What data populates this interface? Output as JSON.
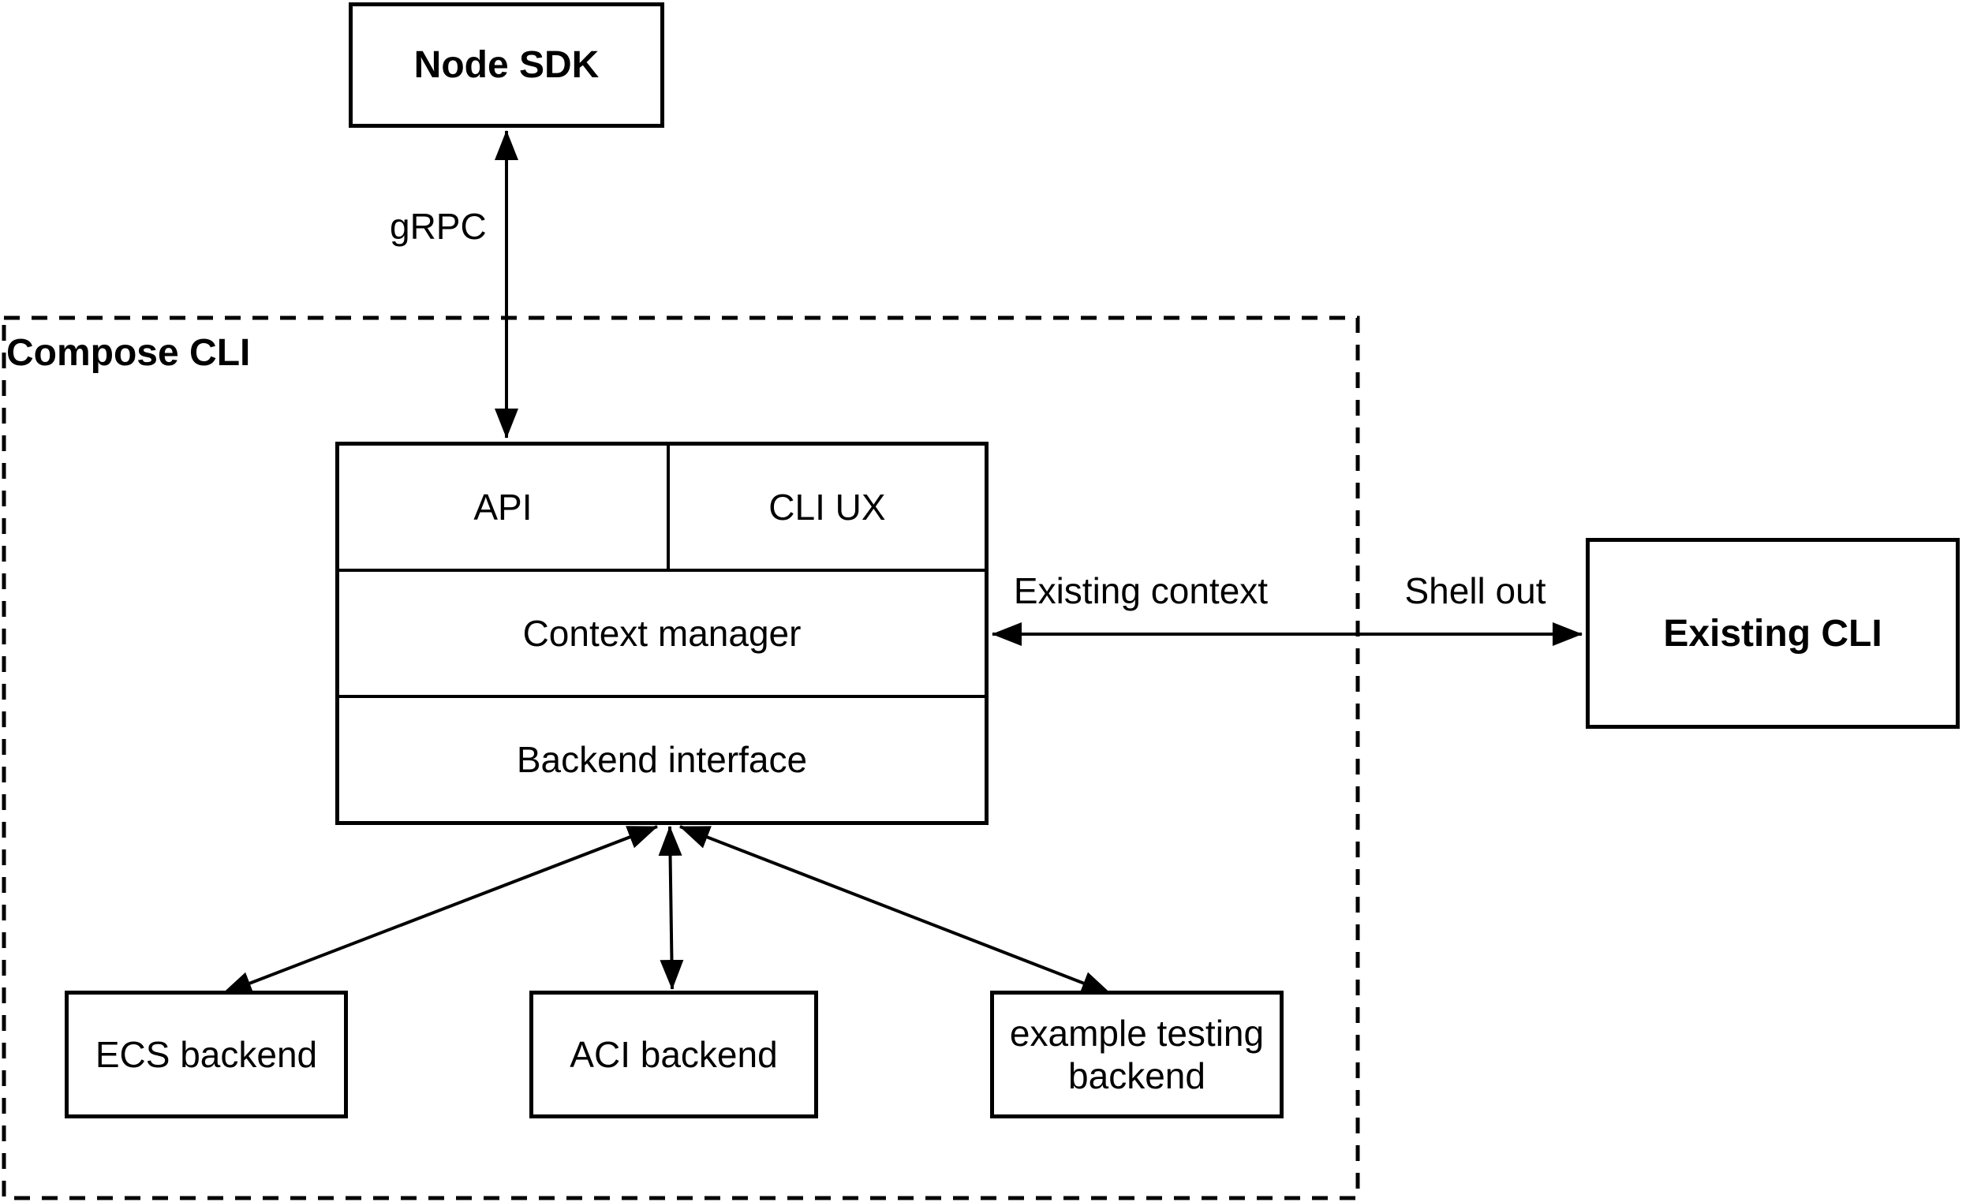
{
  "colors": {
    "line": "#000000",
    "background": "#ffffff",
    "text": "#000000"
  },
  "container": {
    "compose_cli": {
      "label": "Compose CLI",
      "border_style": "dashed"
    }
  },
  "nodes": {
    "node_sdk": {
      "label": "Node SDK"
    },
    "api": {
      "label": "API"
    },
    "cli_ux": {
      "label": "CLI UX"
    },
    "context_manager": {
      "label": "Context manager"
    },
    "backend_interface": {
      "label": "Backend interface"
    },
    "ecs_backend": {
      "label": "ECS backend"
    },
    "aci_backend": {
      "label": "ACI backend"
    },
    "example_backend": {
      "label_line1": "example testing",
      "label_line2": "backend"
    },
    "existing_cli": {
      "label": "Existing CLI"
    }
  },
  "edges": {
    "grpc": {
      "label": "gRPC",
      "from": "node_sdk",
      "to": "api",
      "direction": "both"
    },
    "context_arrow": {
      "label_left": "Existing context",
      "label_right": "Shell out",
      "from": "context_manager",
      "to": "existing_cli",
      "direction": "both"
    },
    "to_ecs": {
      "from": "backend_interface",
      "to": "ecs_backend",
      "direction": "both"
    },
    "to_aci": {
      "from": "backend_interface",
      "to": "aci_backend",
      "direction": "both"
    },
    "to_example": {
      "from": "backend_interface",
      "to": "example_backend",
      "direction": "both"
    }
  }
}
